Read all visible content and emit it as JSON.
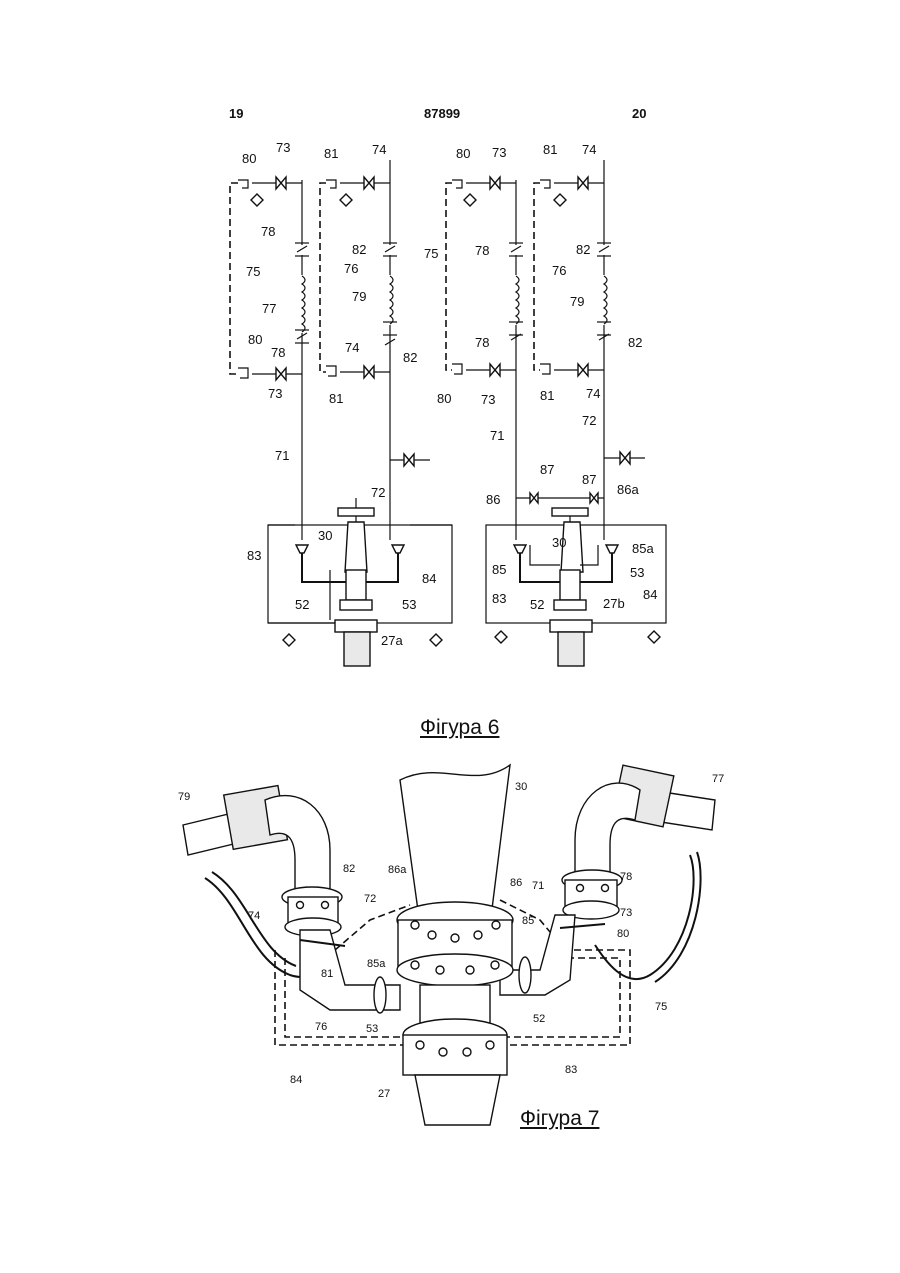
{
  "header": {
    "left_page": "19",
    "patent_number": "87899",
    "right_page": "20"
  },
  "figures": {
    "fig6": {
      "caption": "Фігура 6",
      "left_labels": {
        "l80a": "80",
        "l73a": "73",
        "l81a": "81",
        "l74a": "74",
        "l78a": "78",
        "l82a": "82",
        "l75": "75",
        "l76": "76",
        "l77": "77",
        "l79": "79",
        "l80b": "80",
        "l78b": "78",
        "l74b": "74",
        "l82b": "82",
        "l73b": "73",
        "l81b": "81",
        "l71": "71",
        "l72": "72",
        "l30": "30",
        "l83": "83",
        "l84": "84",
        "l52": "52",
        "l53": "53",
        "l27a": "27a"
      },
      "right_labels": {
        "r80a": "80",
        "r73a": "73",
        "r81a": "81",
        "r74a": "74",
        "r78a": "78",
        "r82a": "82",
        "r75": "75",
        "r76": "76",
        "r79": "79",
        "r78b": "78",
        "r82b": "82",
        "r80b": "80",
        "r73b": "73",
        "r81b": "81",
        "r74b": "74",
        "r72": "72",
        "r71": "71",
        "r87a": "87",
        "r87b": "87",
        "r86": "86",
        "r86a": "86a",
        "r30": "30",
        "r85": "85",
        "r85a": "85a",
        "r53": "53",
        "r83": "83",
        "r52": "52",
        "r27b": "27b",
        "r84": "84"
      }
    },
    "fig7": {
      "caption": "Фігура 7",
      "labels": {
        "f79": "79",
        "f30": "30",
        "f77": "77",
        "f82": "82",
        "f86a": "86a",
        "f86": "86",
        "f71": "71",
        "f78": "78",
        "f72": "72",
        "f74": "74",
        "f85": "85",
        "f73": "73",
        "f80": "80",
        "f85a": "85a",
        "f81": "81",
        "f76": "76",
        "f53": "53",
        "f52": "52",
        "f75": "75",
        "f84": "84",
        "f83": "83",
        "f27": "27"
      }
    }
  }
}
